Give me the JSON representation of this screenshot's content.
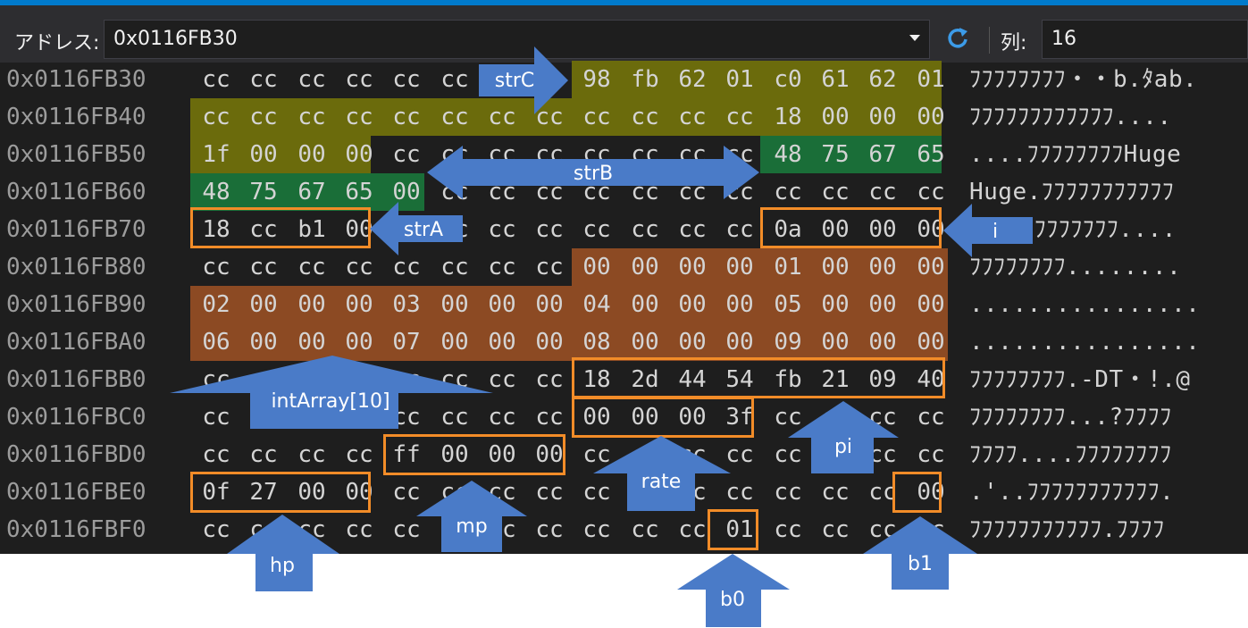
{
  "toolbar": {
    "address_label": "アドレス:",
    "address_value": "0x0116FB30",
    "refresh_icon": "refresh-icon",
    "columns_label": "列:",
    "columns_value": "16"
  },
  "rows": [
    {
      "address": "0x0116FB30",
      "bytes": [
        "cc",
        "cc",
        "cc",
        "cc",
        "cc",
        "cc",
        "cc",
        "cc",
        "98",
        "fb",
        "62",
        "01",
        "c0",
        "61",
        "62",
        "01"
      ],
      "ascii": "ﾌﾌﾌﾌﾌﾌﾌﾌ・・b.ﾀab."
    },
    {
      "address": "0x0116FB40",
      "bytes": [
        "cc",
        "cc",
        "cc",
        "cc",
        "cc",
        "cc",
        "cc",
        "cc",
        "cc",
        "cc",
        "cc",
        "cc",
        "18",
        "00",
        "00",
        "00"
      ],
      "ascii": "ﾌﾌﾌﾌﾌﾌﾌﾌﾌﾌﾌﾌ...."
    },
    {
      "address": "0x0116FB50",
      "bytes": [
        "1f",
        "00",
        "00",
        "00",
        "cc",
        "cc",
        "cc",
        "cc",
        "cc",
        "cc",
        "cc",
        "cc",
        "48",
        "75",
        "67",
        "65"
      ],
      "ascii": "....ﾌﾌﾌﾌﾌﾌﾌﾌHuge"
    },
    {
      "address": "0x0116FB60",
      "bytes": [
        "48",
        "75",
        "67",
        "65",
        "00",
        "cc",
        "cc",
        "cc",
        "cc",
        "cc",
        "cc",
        "cc",
        "cc",
        "cc",
        "cc",
        "cc"
      ],
      "ascii": "Huge.ﾌﾌﾌﾌﾌﾌﾌﾌﾌﾌﾌ"
    },
    {
      "address": "0x0116FB70",
      "bytes": [
        "18",
        "cc",
        "b1",
        "00",
        "cc",
        "cc",
        "cc",
        "cc",
        "cc",
        "cc",
        "cc",
        "cc",
        "0a",
        "00",
        "00",
        "00"
      ],
      "ascii": ".ﾌｱ.ﾌﾌﾌﾌﾌﾌﾌﾌ...."
    },
    {
      "address": "0x0116FB80",
      "bytes": [
        "cc",
        "cc",
        "cc",
        "cc",
        "cc",
        "cc",
        "cc",
        "cc",
        "00",
        "00",
        "00",
        "00",
        "01",
        "00",
        "00",
        "00"
      ],
      "ascii": "ﾌﾌﾌﾌﾌﾌﾌﾌ........"
    },
    {
      "address": "0x0116FB90",
      "bytes": [
        "02",
        "00",
        "00",
        "00",
        "03",
        "00",
        "00",
        "00",
        "04",
        "00",
        "00",
        "00",
        "05",
        "00",
        "00",
        "00"
      ],
      "ascii": "................"
    },
    {
      "address": "0x0116FBA0",
      "bytes": [
        "06",
        "00",
        "00",
        "00",
        "07",
        "00",
        "00",
        "00",
        "08",
        "00",
        "00",
        "00",
        "09",
        "00",
        "00",
        "00"
      ],
      "ascii": "................"
    },
    {
      "address": "0x0116FBB0",
      "bytes": [
        "cc",
        "cc",
        "cc",
        "cc",
        "cc",
        "cc",
        "cc",
        "cc",
        "18",
        "2d",
        "44",
        "54",
        "fb",
        "21",
        "09",
        "40"
      ],
      "ascii": "ﾌﾌﾌﾌﾌﾌﾌﾌ.-DT・!.@"
    },
    {
      "address": "0x0116FBC0",
      "bytes": [
        "cc",
        "cc",
        "cc",
        "cc",
        "cc",
        "cc",
        "cc",
        "cc",
        "00",
        "00",
        "00",
        "3f",
        "cc",
        "cc",
        "cc",
        "cc"
      ],
      "ascii": "ﾌﾌﾌﾌﾌﾌﾌﾌ...?ﾌﾌﾌﾌ"
    },
    {
      "address": "0x0116FBD0",
      "bytes": [
        "cc",
        "cc",
        "cc",
        "cc",
        "ff",
        "00",
        "00",
        "00",
        "cc",
        "cc",
        "cc",
        "cc",
        "cc",
        "cc",
        "cc",
        "cc"
      ],
      "ascii": "ﾌﾌﾌﾌ....ﾌﾌﾌﾌﾌﾌﾌﾌ"
    },
    {
      "address": "0x0116FBE0",
      "bytes": [
        "0f",
        "27",
        "00",
        "00",
        "cc",
        "cc",
        "cc",
        "cc",
        "cc",
        "cc",
        "cc",
        "cc",
        "cc",
        "cc",
        "cc",
        "00"
      ],
      "ascii": ".'..ﾌﾌﾌﾌﾌﾌﾌﾌﾌﾌﾌ."
    },
    {
      "address": "0x0116FBF0",
      "bytes": [
        "cc",
        "cc",
        "cc",
        "cc",
        "cc",
        "cc",
        "cc",
        "cc",
        "cc",
        "cc",
        "cc",
        "01",
        "cc",
        "cc",
        "cc",
        "cc"
      ],
      "ascii": "ﾌﾌﾌﾌﾌﾌﾌﾌﾌﾌﾌ.ﾌﾌﾌﾌ"
    }
  ],
  "annotations": {
    "strC": "strC",
    "strB": "strB",
    "strA": "strA",
    "i": "i",
    "intArray": "intArray[10]",
    "pi": "pi",
    "rate": "rate",
    "mp": "mp",
    "hp": "hp",
    "b0": "b0",
    "b1": "b1"
  },
  "colors": {
    "olive": "#6b6b0c",
    "green": "#1a6e38",
    "brown": "#8c4a23",
    "orange_box": "#f28c28",
    "arrow_blue": "#4a7bc8"
  }
}
